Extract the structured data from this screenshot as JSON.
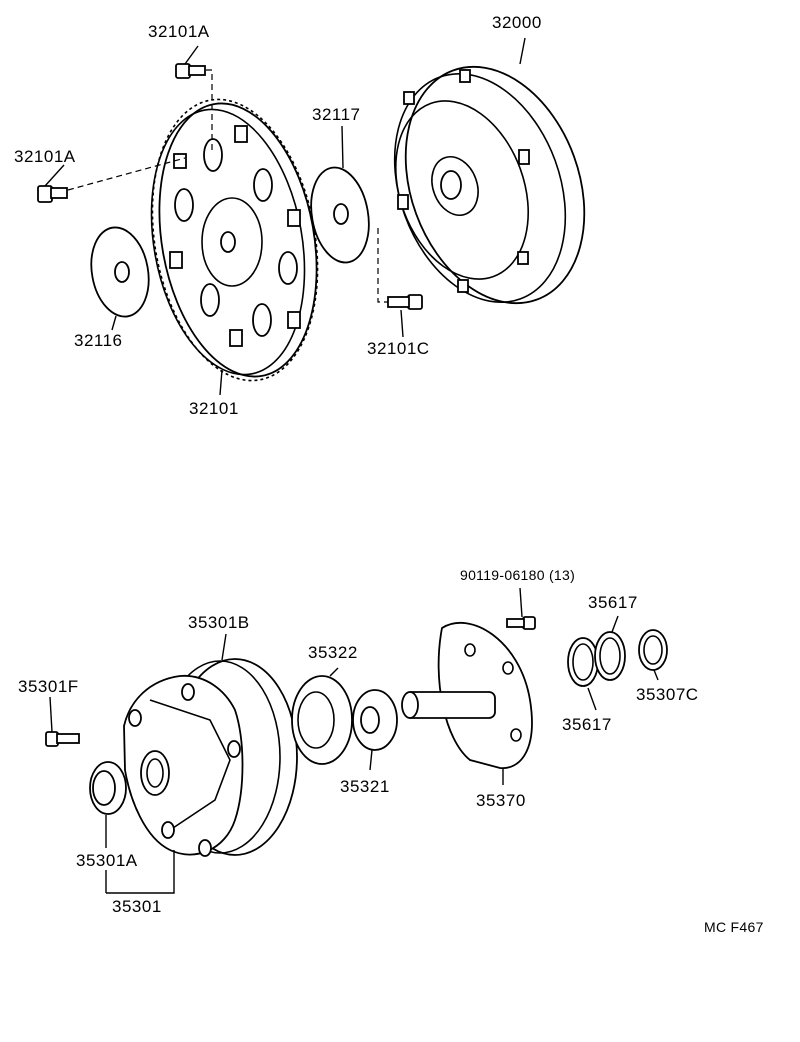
{
  "labels": {
    "p32101A_top": "32101A",
    "p32101A_left": "32101A",
    "p32000": "32000",
    "p32117": "32117",
    "p32116": "32116",
    "p32101": "32101",
    "p32101C": "32101C",
    "p90119": "90119-06180 (13)",
    "p35617_top": "35617",
    "p35617_bot": "35617",
    "p35301B": "35301B",
    "p35322": "35322",
    "p35301F": "35301F",
    "p35307C": "35307C",
    "p35321": "35321",
    "p35370": "35370",
    "p35301A": "35301A",
    "p35301": "35301"
  },
  "figure_code": "MC  F467"
}
